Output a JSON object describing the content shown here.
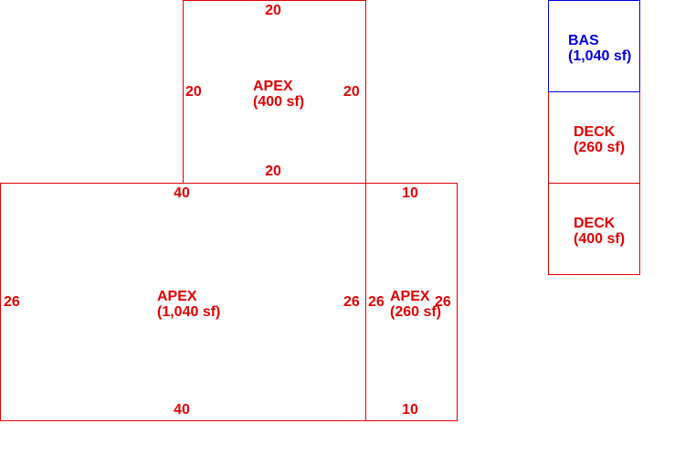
{
  "colors": {
    "line": "#e00000",
    "base": "#0000dd"
  },
  "sketch": {
    "apex_top": {
      "name": "APEX",
      "area": "(400 sf)",
      "dim_top": "20",
      "dim_left": "20",
      "dim_right": "20",
      "dim_bottom": "20"
    },
    "apex_main": {
      "name": "APEX",
      "area": "(1,040 sf)",
      "dim_top": "40",
      "dim_left": "26",
      "dim_right": "26",
      "dim_bottom": "40"
    },
    "apex_side": {
      "name": "APEX",
      "area": "(260 sf)",
      "dim_top": "10",
      "dim_left": "26",
      "dim_right": "26",
      "dim_bottom": "10"
    }
  },
  "legend": {
    "bas": {
      "name": "BAS",
      "area": "(1,040 sf)"
    },
    "deck_1": {
      "name": "DECK",
      "area": "(260 sf)"
    },
    "deck_2": {
      "name": "DECK",
      "area": "(400 sf)"
    }
  }
}
